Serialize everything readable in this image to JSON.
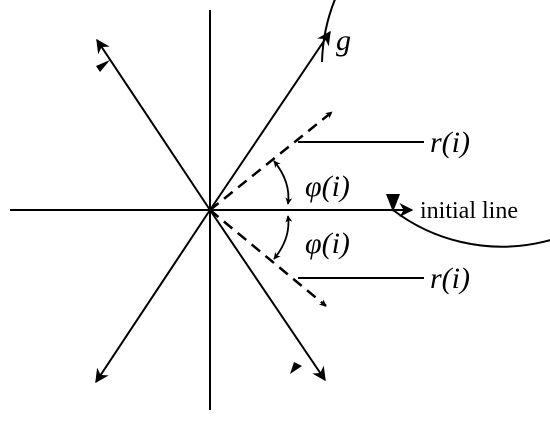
{
  "labels": {
    "g": "g",
    "r_upper": "r(i)",
    "r_lower": "r(i)",
    "phi": "φ(i)",
    "varphi": "φ(i)",
    "initial_line": "initial line"
  },
  "colors": {
    "stroke": "#000000",
    "background": "#ffffff"
  }
}
